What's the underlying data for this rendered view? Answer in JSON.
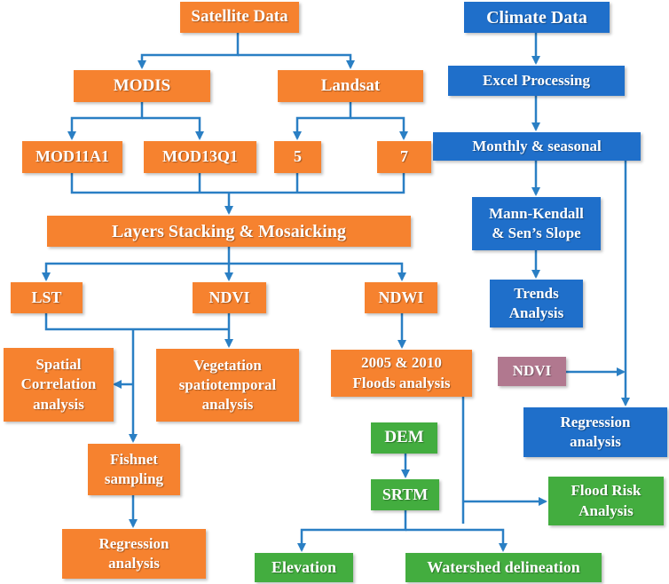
{
  "colors": {
    "satellite_branch": "#f6822f",
    "climate_branch": "#1f6fca",
    "dem_branch": "#43ad3f",
    "ndvi_input": "#b1788f",
    "connector": "#2a7fc4"
  },
  "nodes": {
    "satellite_data": "Satellite Data",
    "modis": "MODIS",
    "landsat": "Landsat",
    "mod11a1": "MOD11A1",
    "mod13q1": "MOD13Q1",
    "landsat_5": "5",
    "landsat_7": "7",
    "layers_stacking": "Layers Stacking & Mosaicking",
    "lst": "LST",
    "ndvi": "NDVI",
    "ndwi": "NDWI",
    "spatial_correlation": [
      "Spatial",
      "Correlation",
      "analysis"
    ],
    "vegetation_analysis": [
      "Vegetation",
      "spatiotemporal",
      "analysis"
    ],
    "floods_analysis": [
      "2005 & 2010",
      "Floods analysis"
    ],
    "fishnet_sampling": [
      "Fishnet",
      "sampling"
    ],
    "regression_left": [
      "Regression",
      "analysis"
    ],
    "climate_data": "Climate Data",
    "excel_processing": "Excel Processing",
    "monthly_seasonal": "Monthly  & seasonal",
    "mann_kendall": [
      "Mann-Kendall",
      "& Sen’s Slope"
    ],
    "trends_analysis": [
      "Trends",
      "Analysis"
    ],
    "ndvi_input": "NDVI",
    "regression_right": [
      "Regression",
      "analysis"
    ],
    "dem": "DEM",
    "srtm": "SRTM",
    "flood_risk": [
      "Flood Risk",
      "Analysis"
    ],
    "elevation": "Elevation",
    "watershed": "Watershed  delineation"
  }
}
